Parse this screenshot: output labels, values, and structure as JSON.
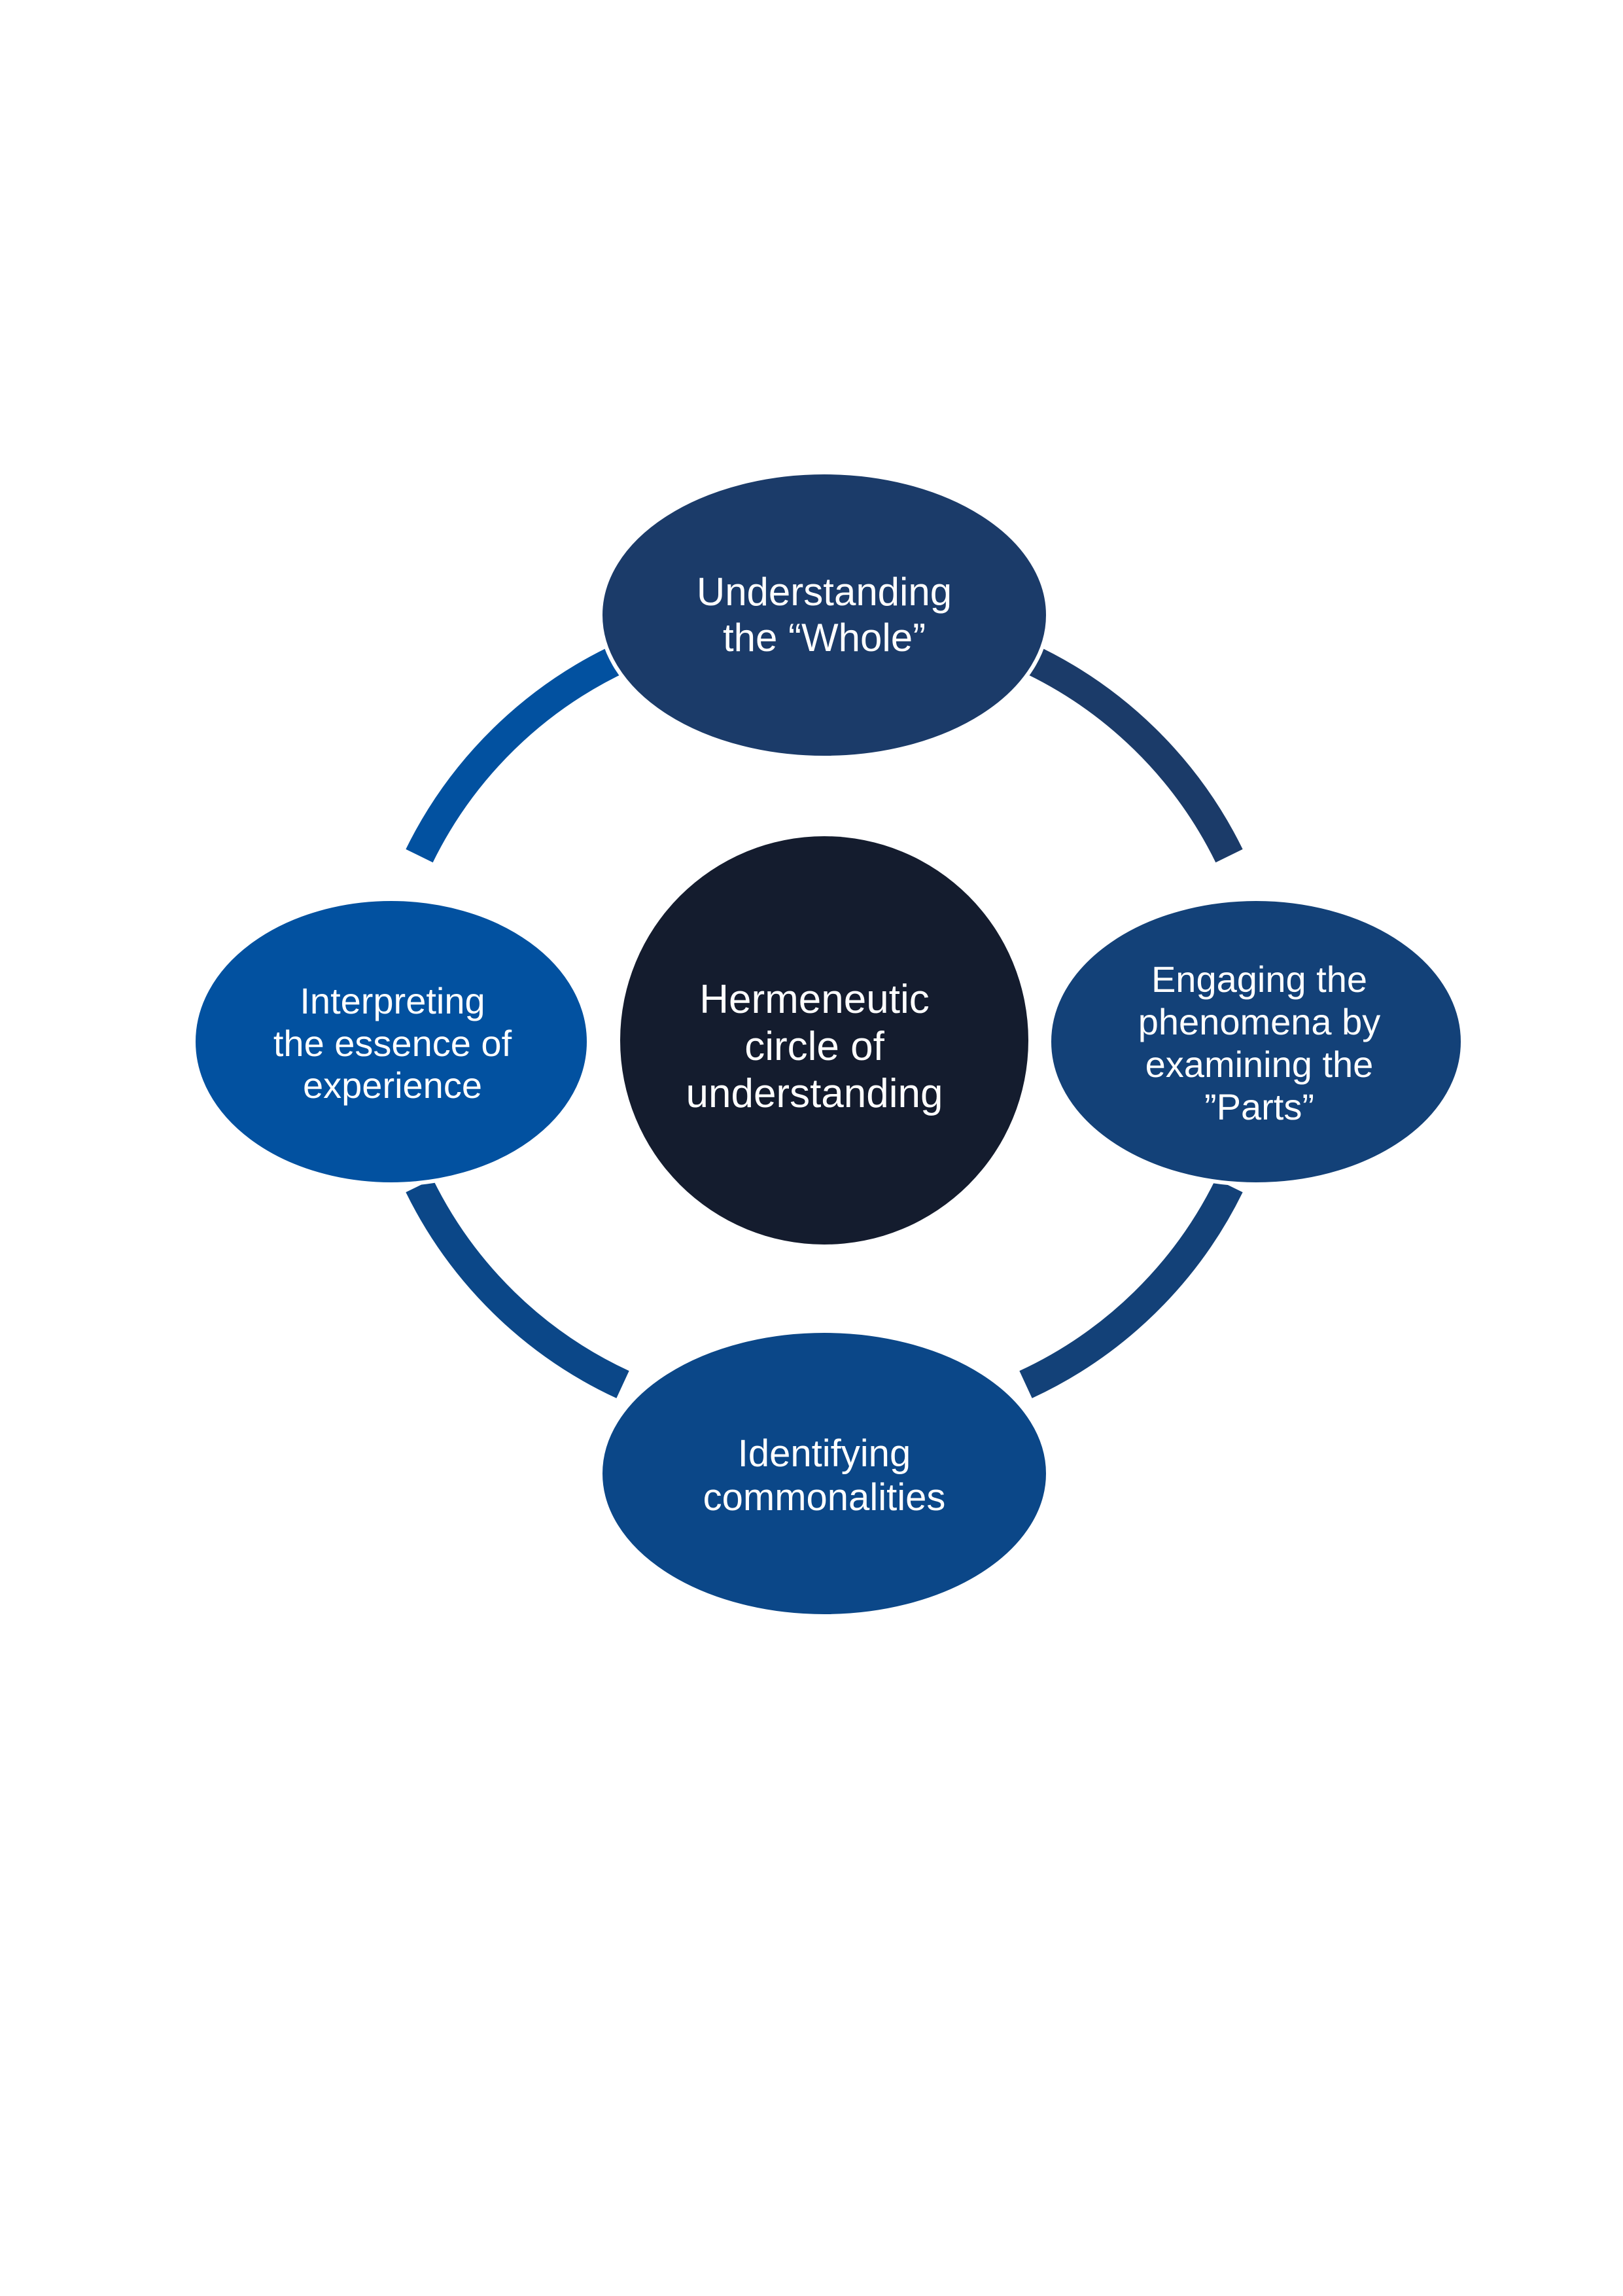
{
  "diagram": {
    "center": {
      "lines": [
        "Hermeneutic",
        "circle of",
        "understanding"
      ],
      "color": "#141c2e"
    },
    "nodes": [
      {
        "id": "top",
        "lines": [
          "Understanding",
          "the “Whole”"
        ],
        "color": "#1b3b69"
      },
      {
        "id": "right",
        "lines": [
          "Engaging the",
          "phenomena by",
          "examining the",
          "”Parts”"
        ],
        "color": "#134178"
      },
      {
        "id": "bottom",
        "lines": [
          "Identifying",
          "commonalities"
        ],
        "color": "#0b4788"
      },
      {
        "id": "left",
        "lines": [
          "Interpreting",
          "the essence of",
          "experience"
        ],
        "color": "#0251a0"
      }
    ],
    "arcs": [
      {
        "from": "top",
        "to": "right",
        "color": "#1b3b69"
      },
      {
        "from": "right",
        "to": "bottom",
        "color": "#134178"
      },
      {
        "from": "bottom",
        "to": "left",
        "color": "#0b4788"
      },
      {
        "from": "left",
        "to": "top",
        "color": "#0251a0"
      }
    ]
  }
}
